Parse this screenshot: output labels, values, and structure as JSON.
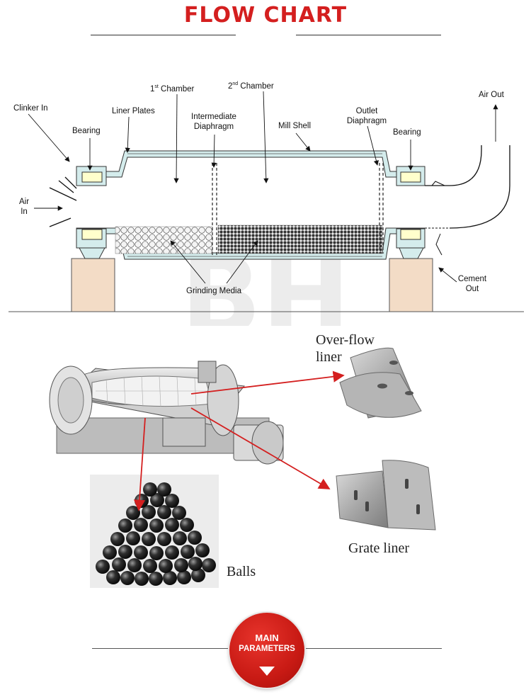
{
  "header": {
    "title": "FLOW CHART"
  },
  "diagram": {
    "labels": {
      "clinker_in": "Clinker In",
      "bearing_left": "Bearing",
      "liner_plates": "Liner Plates",
      "chamber1_num": "1",
      "chamber1_sup": "st",
      "chamber1_word": " Chamber",
      "chamber2_num": "2",
      "chamber2_sup": "nd",
      "chamber2_word": " Chamber",
      "intermediate_line1": "Intermediate",
      "intermediate_line2": "Diaphragm",
      "mill_shell": "Mill Shell",
      "outlet_line1": "Outlet",
      "outlet_line2": "Diaphragm",
      "bearing_right": "Bearing",
      "air_out": "Air Out",
      "air_in_line1": "Air",
      "air_in_line2": "In",
      "grinding_media": "Grinding Media",
      "cement_line1": "Cement",
      "cement_line2": "Out"
    },
    "watermark": {
      "text": "BH"
    }
  },
  "parts": {
    "overflow_line1": "Over-flow",
    "overflow_line2": "liner",
    "grate_liner": "Grate liner",
    "balls": "Balls"
  },
  "footer": {
    "badge_line1": "MAIN",
    "badge_line2": "PARAMETERS"
  },
  "colors": {
    "accent": "#d41f1f",
    "shell_fill": "#d4ecec",
    "pedestal": "#f3dcc6",
    "bearing_fill": "#ffffcc"
  }
}
